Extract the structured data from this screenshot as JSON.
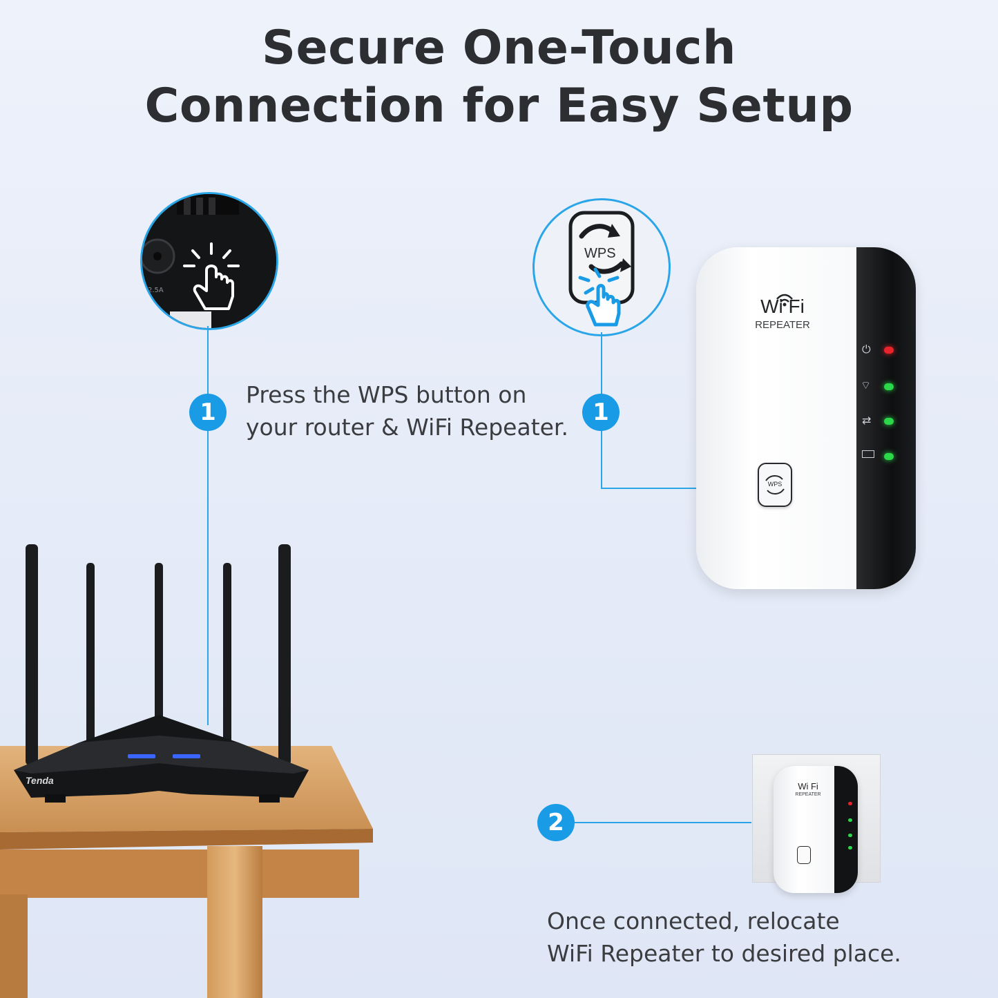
{
  "headline": {
    "line1": "Secure One-Touch",
    "line2": "Connection for Easy Setup"
  },
  "step1": {
    "badge": "1",
    "text_line1": "Press the WPS button on",
    "text_line2": "your router & WiFi Repeater."
  },
  "step1_repeater_badge": "1",
  "step2": {
    "badge": "2",
    "text_line1": "Once connected, relocate",
    "text_line2": "WiFi Repeater to desired place."
  },
  "router_zoom": {
    "power_label": "2.5A"
  },
  "repeater_zoom": {
    "button_label": "WPS"
  },
  "repeater": {
    "brand": "Wi Fi",
    "subtitle": "REPEATER",
    "button_label": "WPS",
    "led_colors": [
      "#e8232b",
      "#2bd84a",
      "#2bd84a",
      "#2bd84a"
    ]
  },
  "router": {
    "brand": "Tenda"
  },
  "colors": {
    "accent": "#1a9be6",
    "line": "#2aa6e8"
  }
}
